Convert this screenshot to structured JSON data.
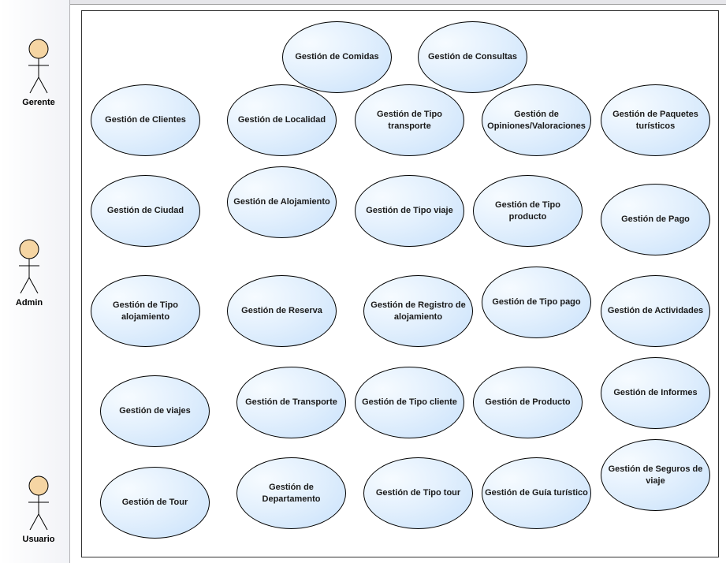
{
  "actors": [
    {
      "id": "gerente",
      "label": "Gerente"
    },
    {
      "id": "admin",
      "label": "Admin"
    },
    {
      "id": "usuario",
      "label": "Usuario"
    }
  ],
  "colors": {
    "actor_fill": "#f5d5a3",
    "usecase_fill": "#d6e9fc",
    "outline": "#000000"
  },
  "usecases": [
    "Gestión de Comidas",
    "Gestión de Consultas",
    "Gestión de Clientes",
    "Gestión de Localidad",
    "Gestión de Tipo transporte",
    "Gestión de\nOpiniones/Valoraciones",
    "Gestión de Paquetes\nturísticos",
    "Gestión de Ciudad",
    "Gestión de Alojamiento",
    "Gestión de Tipo viaje",
    "Gestión de Tipo producto",
    "Gestión de Pago",
    "Gestión de Tipo alojamiento",
    "Gestión de Reserva",
    "Gestión de Registro de\nalojamiento",
    "Gestión de Tipo pago",
    "Gestión de Actividades",
    "Gestión de viajes",
    "Gestión de Transporte",
    "Gestión de Tipo cliente",
    "Gestión de Producto",
    "Gestión de Informes",
    "Gestión de Tour",
    "Gestión de Departamento",
    "Gestión de Tipo tour",
    "Gestión de Guía turístico",
    "Gestión de Seguros de viaje"
  ]
}
